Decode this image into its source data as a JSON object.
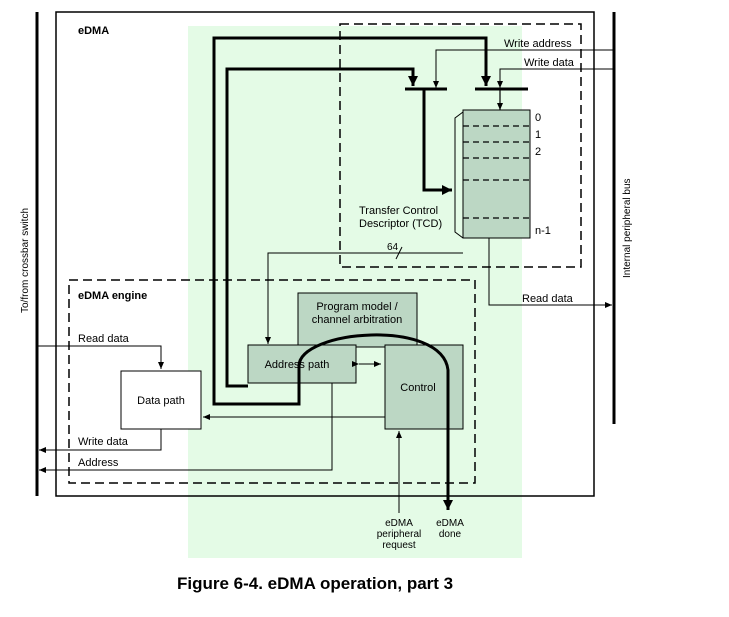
{
  "title_edma": "eDMA",
  "write_address": "Write address",
  "write_data_top": "Write data",
  "tcd_rows": [
    "0",
    "1",
    "2",
    "n-1"
  ],
  "tcd_label_line1": "Transfer Control",
  "tcd_label_line2": "Descriptor (TCD)",
  "bus_width": "64",
  "read_data_right": "Read data",
  "internal_bus": "Internal peripheral bus",
  "crossbar": "To/from crossbar switch",
  "engine_title": "eDMA engine",
  "program_model_line1": "Program model /",
  "program_model_line2": "channel arbitration",
  "address_path": "Address path",
  "control": "Control",
  "data_path": "Data path",
  "read_data_left": "Read data",
  "write_data_left": "Write data",
  "address_left": "Address",
  "req_line1": "eDMA",
  "req_line2": "peripheral",
  "req_line3": "request",
  "done_line1": "eDMA",
  "done_line2": "done",
  "caption": "Figure 6-4. eDMA operation, part 3",
  "colors": {
    "highlight": "#e4fbe6",
    "block_fill": "#bcd7c4",
    "line": "#000000"
  }
}
